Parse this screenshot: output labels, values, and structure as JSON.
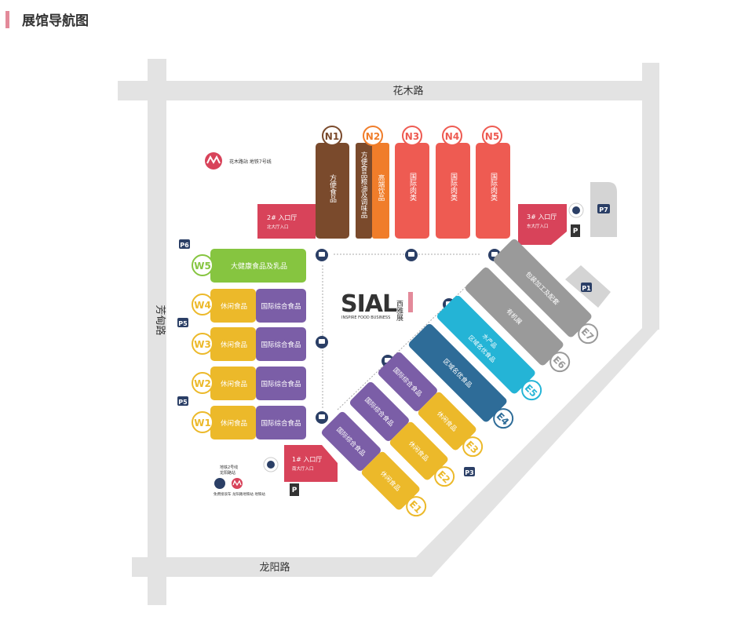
{
  "page_title": "展馆导航图",
  "roads": {
    "north": "花木路",
    "west": "芳甸路",
    "south": "龙阳路"
  },
  "metro": {
    "label": "花木路站 地铁7号线",
    "south_note_line1": "地铁2号线",
    "south_note_line2": "龙阳路站",
    "south_note_line3": "免费接驳车 龙阳路地铁站 地铁站"
  },
  "logo": {
    "main": "SIAL",
    "cn": "西雅展",
    "tagline": "INSPIRE FOOD BUSINESS"
  },
  "entrances": {
    "entrance1": {
      "title": "1# 入口厅",
      "sub": "南大厅入口"
    },
    "entrance2": {
      "title": "2# 入口厅",
      "sub": "北大厅入口"
    },
    "entrance3": {
      "title": "3# 入口厅",
      "sub": "东大厅入口"
    }
  },
  "north_halls": [
    {
      "id": "N1",
      "label": "方便食品",
      "color": "#7a4a2c"
    },
    {
      "id": "N2",
      "label_a": "方便食品粮油及调味品",
      "label_b": "高端饮品",
      "color_a": "#7a4a2c",
      "color_b": "#f07d2a"
    },
    {
      "id": "N3",
      "label": "国际肉类",
      "color": "#ee5b52"
    },
    {
      "id": "N4",
      "label": "国际肉类",
      "color": "#ee5b52"
    },
    {
      "id": "N5",
      "label": "国际肉类",
      "color": "#ee5b52"
    }
  ],
  "west_halls": [
    {
      "id": "W5",
      "label": "大健康食品及乳品",
      "color": "#86c540"
    },
    {
      "id": "W4",
      "label_a": "休闲食品",
      "label_b": "国际综合食品"
    },
    {
      "id": "W3",
      "label_a": "休闲食品",
      "label_b": "国际综合食品"
    },
    {
      "id": "W2",
      "label_a": "休闲食品",
      "label_b": "国际综合食品"
    },
    {
      "id": "W1",
      "label_a": "休闲食品",
      "label_b": "国际综合食品"
    }
  ],
  "east_halls": [
    {
      "id": "E1",
      "label_a": "国际综合食品",
      "label_b": "休闲食品"
    },
    {
      "id": "E2",
      "label_a": "国际综合食品",
      "label_b": "休闲食品"
    },
    {
      "id": "E3",
      "label_a": "国际综合食品",
      "label_b": "休闲食品"
    },
    {
      "id": "E4",
      "label": "区域名优食品"
    },
    {
      "id": "E5",
      "label_a": "区域名优食品",
      "label_b": "水产品"
    },
    {
      "id": "E6",
      "label": "有机展"
    },
    {
      "id": "E7",
      "label": "包装加工及配套"
    }
  ],
  "parking": [
    "P1",
    "P3",
    "P5",
    "P6",
    "P7"
  ],
  "colors": {
    "purple": "#7b5ea7",
    "yellow": "#ecb92a",
    "road": "#e3e3e3",
    "entrance": "#d8435a",
    "dark_blue": "#2e6c98",
    "cyan": "#24b4d6",
    "gray": "#9a9a9a",
    "bus": "#2b3f66"
  }
}
